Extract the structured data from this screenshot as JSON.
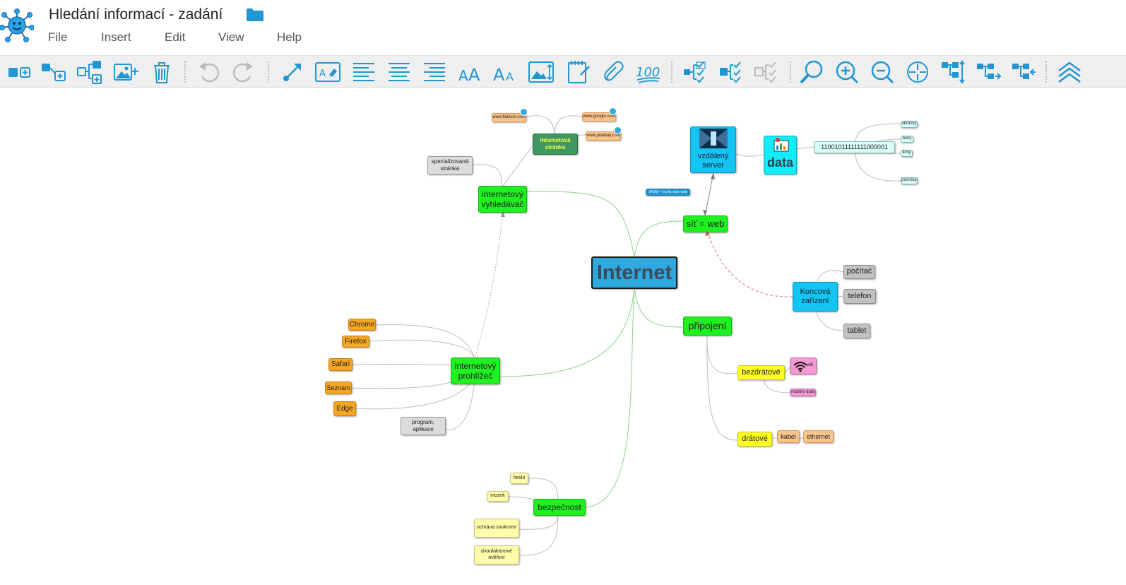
{
  "app": {
    "title": "Hledání informací - zadání",
    "logo_icon": "smiley-network-logo",
    "folder_icon": "folder-icon"
  },
  "menu": [
    "File",
    "Insert",
    "Edit",
    "View",
    "Help"
  ],
  "toolbar": {
    "buttons": [
      "add-topic",
      "add-subtopic",
      "add-relationship-topic",
      "add-image",
      "delete",
      "undo",
      "redo",
      "connector",
      "text-style",
      "align-left",
      "align-center",
      "align-right",
      "font-size-increase",
      "font-size-decrease",
      "image-size",
      "note",
      "link",
      "hundred-points",
      "checklist",
      "checklist-add",
      "checklist-remove",
      "search",
      "zoom-in",
      "zoom-out",
      "center",
      "layout-down",
      "layout-right",
      "layout-left",
      "collapse"
    ],
    "accent_color": "#2196d3"
  },
  "mindmap": {
    "central": "Internet",
    "internet_search": "internetový vyhledávač",
    "specialized_page": "specializovaná stránka",
    "web_page": "internetová stránka",
    "link_flaticon": "www.flaticon.com",
    "link_google": "www.google.com",
    "link_pixabay": "www.pixabay.com",
    "remote_server": "vzdálený server",
    "data": "data",
    "binary": "11001011111111000001",
    "data_images": "obrázky",
    "data_texts": "texty",
    "data_films": "filmy",
    "data_songs": "písničky",
    "www_note": "WWW = world wide web",
    "net_web": "síť = web",
    "end_devices": "Koncová zařízení",
    "computer": "počítač",
    "phone": "telefon",
    "tablet": "tablet",
    "connection": "připojení",
    "wireless": "bezdrátové",
    "wifi": "wifi",
    "mobile_data": "mobilní data",
    "wired": "drátové",
    "cable": "kabel",
    "ethernet": "ethernet",
    "browser": "internetový prohlížeč",
    "chrome": "Chrome",
    "firefox": "Firefox",
    "safari": "Safari",
    "seznam": "Seznam",
    "edge": "Edge",
    "program": "program, aplikace",
    "security": "bezpečnost",
    "password": "heslo",
    "brain": "mozek",
    "privacy": "ochrana soukromí",
    "two_factor": "dvoufaktorové ověření",
    "colors": {
      "main_edge": "#8fce8f",
      "sub_edge": "#bdbdbd",
      "dashed_red": "#e06a6a"
    }
  }
}
